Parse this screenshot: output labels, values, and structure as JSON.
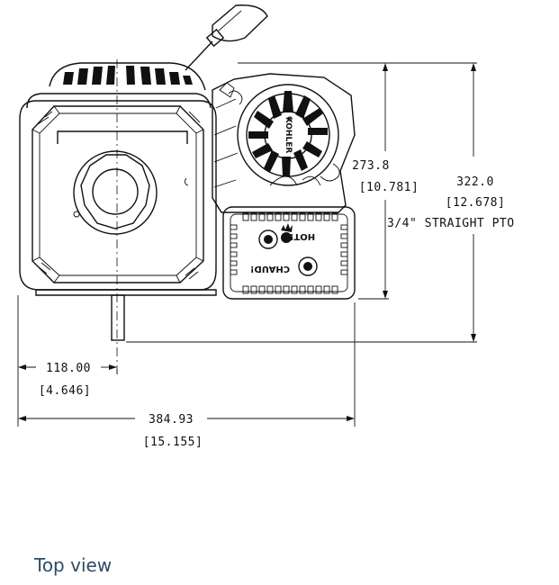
{
  "dimensions": {
    "height_a_mm": "273.8",
    "height_a_in": "[10.781]",
    "height_b_mm": "322.0",
    "height_b_in": "[12.678]",
    "pto_note": "3/4\" STRAIGHT PTO",
    "offset_mm": "118.00",
    "offset_in": "[4.646]",
    "width_mm": "384.93",
    "width_in": "[15.155]"
  },
  "brand_label": "KOHLER",
  "muffler_label_top": "HOT!",
  "muffler_label_bottom": "CHAUD!",
  "caption": "Top view"
}
